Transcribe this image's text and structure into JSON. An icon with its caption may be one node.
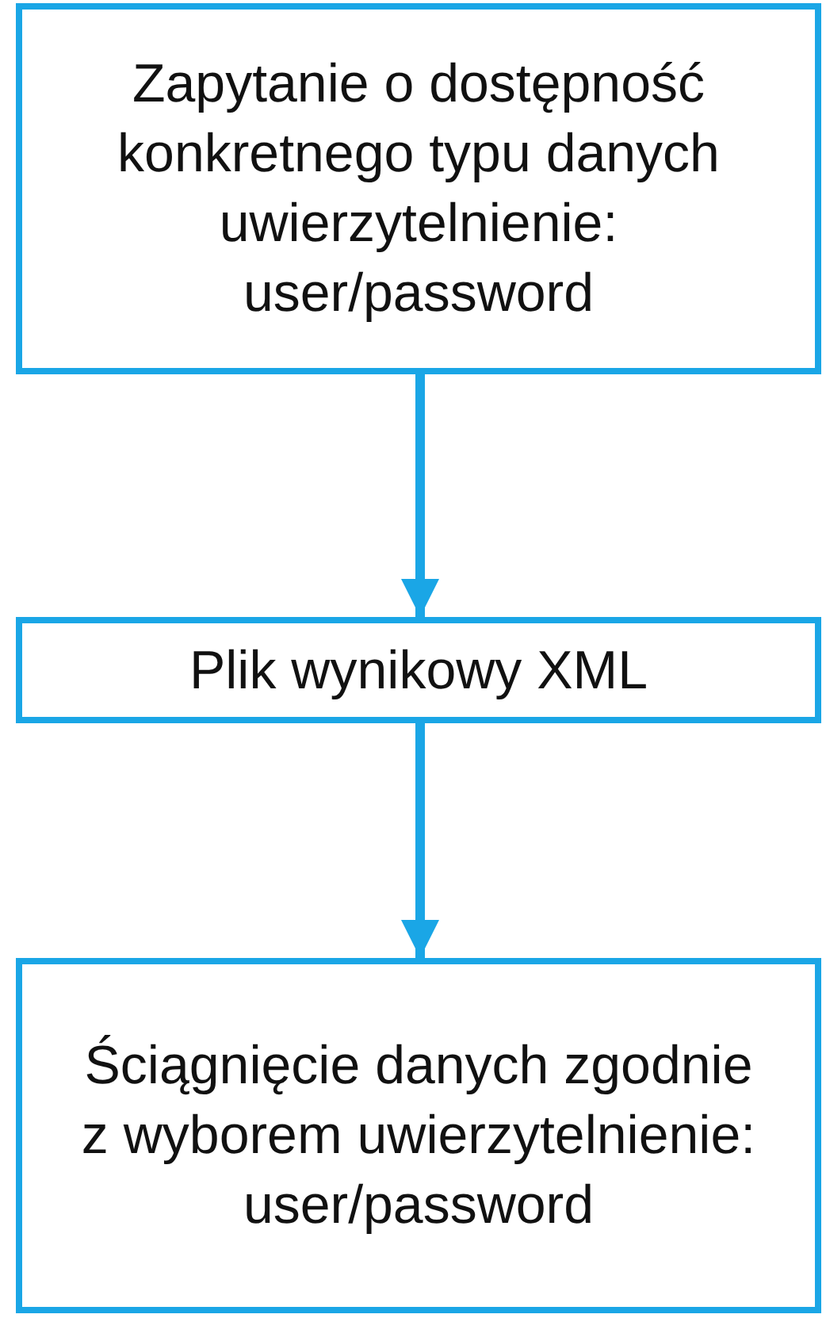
{
  "diagram": {
    "nodes": [
      {
        "text": [
          "Zapytanie o dostępność konkretnego typu danych uwierzytelnienie: user/password"
        ]
      },
      {
        "text": [
          "Plik wynikowy XML"
        ]
      },
      {
        "text": [
          "Ściągnięcie danych zgodnie z wyborem uwierzytelnienie: user/password"
        ]
      }
    ],
    "edges": [
      {
        "from": 0,
        "to": 1,
        "arrow": "to"
      },
      {
        "from": 1,
        "to": 2,
        "arrow": "to"
      }
    ]
  }
}
